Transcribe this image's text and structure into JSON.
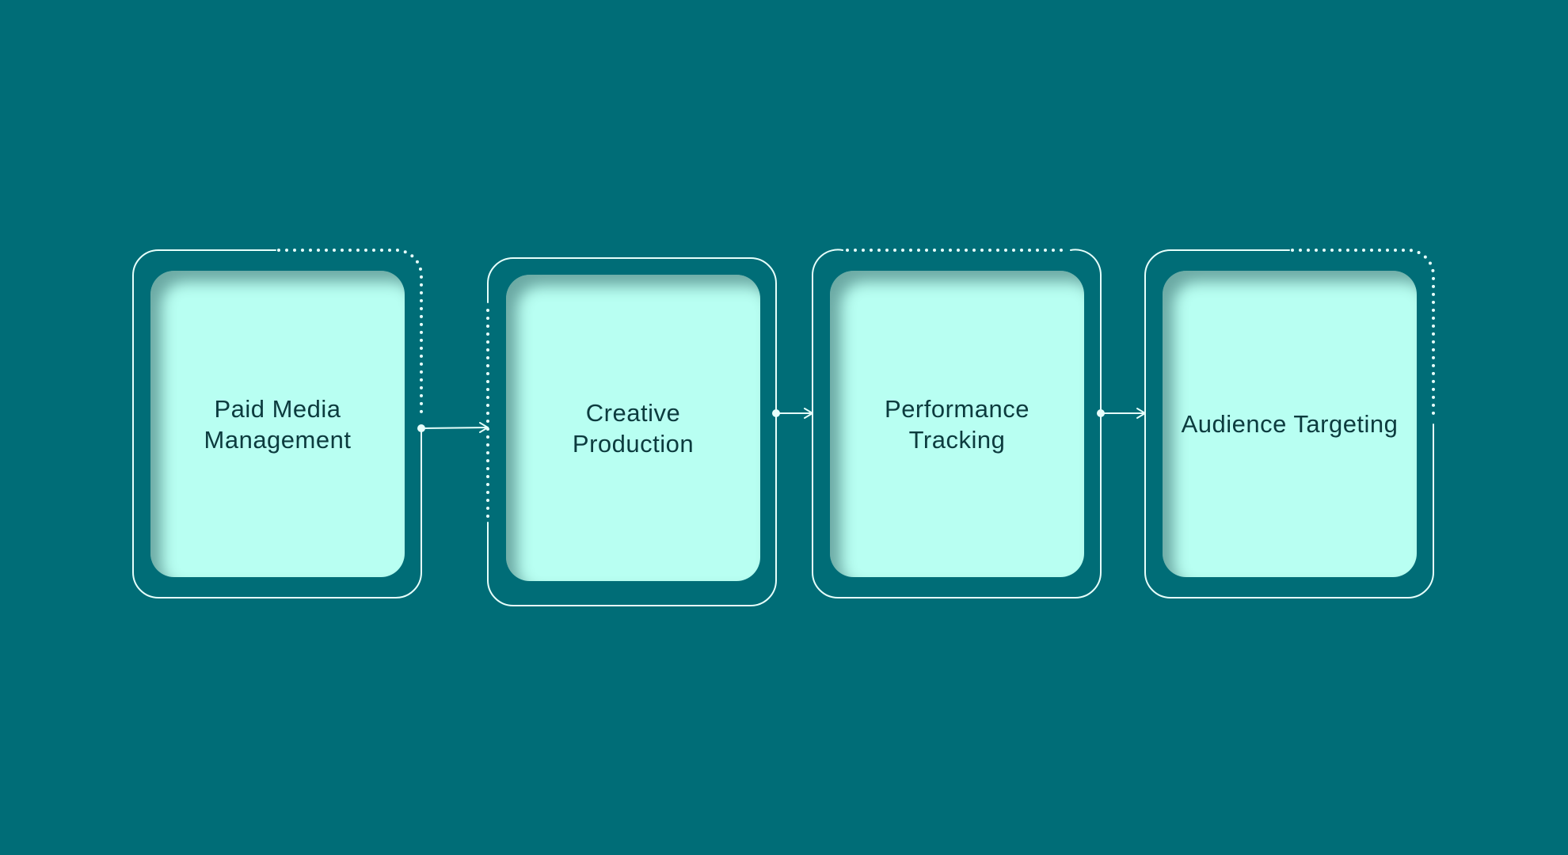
{
  "diagram": {
    "type": "process-flow",
    "colors": {
      "background": "#006d77",
      "card_fill": "#b8fff2",
      "label_text": "#0c3b3e",
      "outline": "#e6fffb"
    },
    "steps": [
      {
        "label_lines": [
          "Paid Media",
          "Management"
        ]
      },
      {
        "label_lines": [
          "Creative",
          "Production"
        ]
      },
      {
        "label_lines": [
          "Performance",
          "Tracking"
        ]
      },
      {
        "label_lines": [
          "Audience Targeting"
        ]
      }
    ],
    "connectors": [
      {
        "from": 0,
        "to": 1,
        "icon": "arrow-right-icon"
      },
      {
        "from": 1,
        "to": 2,
        "icon": "arrow-right-icon"
      },
      {
        "from": 2,
        "to": 3,
        "icon": "arrow-right-icon"
      }
    ]
  }
}
